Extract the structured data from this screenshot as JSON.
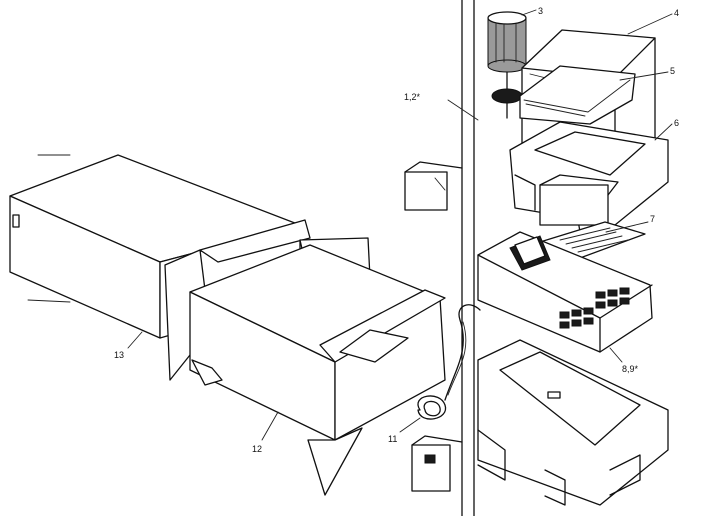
{
  "callouts": {
    "c1_2": "1,2*",
    "c3": "3",
    "c4": "4",
    "c5": "5",
    "c6": "6",
    "c7": "7",
    "c8_9": "8,9*",
    "c11": "11",
    "c12": "12",
    "c13": "13"
  }
}
